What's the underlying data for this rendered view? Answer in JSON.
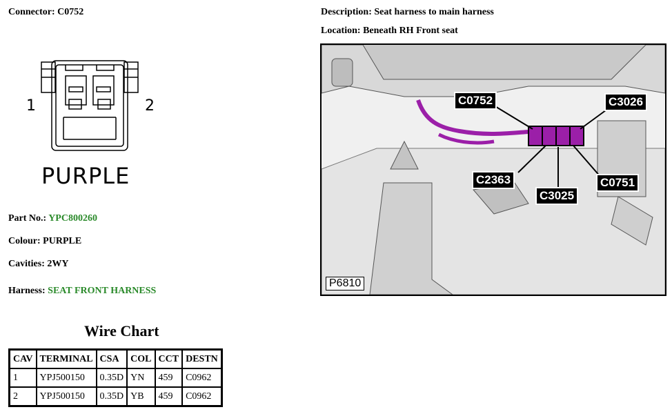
{
  "connector": {
    "label": "Connector:",
    "value": "C0752"
  },
  "description": {
    "label": "Description:",
    "value": "Seat harness to main harness"
  },
  "location": {
    "label": "Location:",
    "value": "Beneath RH Front seat"
  },
  "diagram": {
    "pin_left": "1",
    "pin_right": "2",
    "color_text": "PURPLE"
  },
  "part_no": {
    "label": "Part No.:",
    "value": "YPC800260"
  },
  "colour": {
    "label": "Colour:",
    "value": "PURPLE"
  },
  "cavities": {
    "label": "Cavities:",
    "value": "2WY"
  },
  "harness": {
    "label": "Harness:",
    "value": "SEAT FRONT HARNESS"
  },
  "wire_chart": {
    "title": "Wire Chart",
    "headers": [
      "CAV",
      "TERMINAL",
      "CSA",
      "COL",
      "CCT",
      "DESTN"
    ],
    "rows": [
      [
        "1",
        "YPJ500150",
        "0.35D",
        "YN",
        "459",
        "C0962"
      ],
      [
        "2",
        "YPJ500150",
        "0.35D",
        "YB",
        "459",
        "C0962"
      ]
    ]
  },
  "photo": {
    "figure_id": "P6810",
    "callouts": [
      "C0752",
      "C3026",
      "C2363",
      "C3025",
      "C0751"
    ],
    "highlight_color": "#9b1fa8"
  }
}
